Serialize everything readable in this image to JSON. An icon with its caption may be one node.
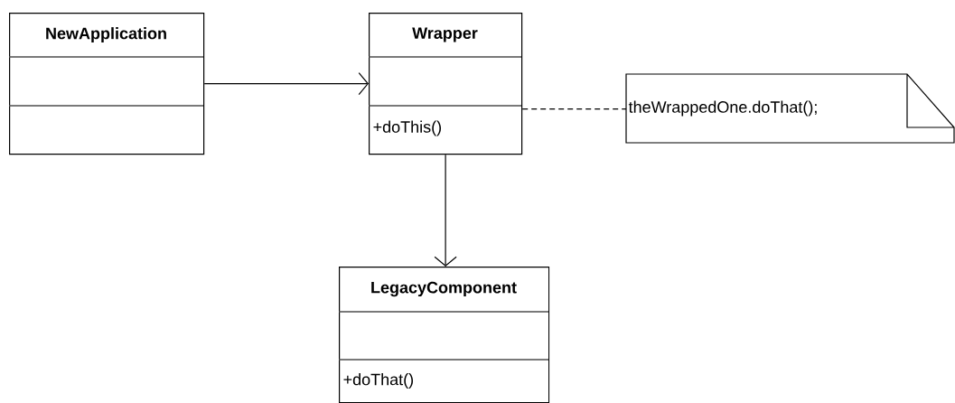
{
  "diagram": {
    "nodes": [
      {
        "text": [
          "NewApplication"
        ]
      },
      {
        "text": [
          "Wrapper",
          "+doThis()"
        ]
      },
      {
        "text": [
          "LegacyComponent",
          "+doThat()"
        ]
      },
      {
        "text": [
          "theWrappedOne.doThat();"
        ]
      }
    ],
    "edges": [
      {
        "from": 0,
        "to": 1,
        "arrow": "to"
      },
      {
        "from": 1,
        "to": 2,
        "arrow": "to"
      },
      {
        "from": 1,
        "to": 3,
        "arrow": "none",
        "style": "dashed"
      }
    ]
  }
}
